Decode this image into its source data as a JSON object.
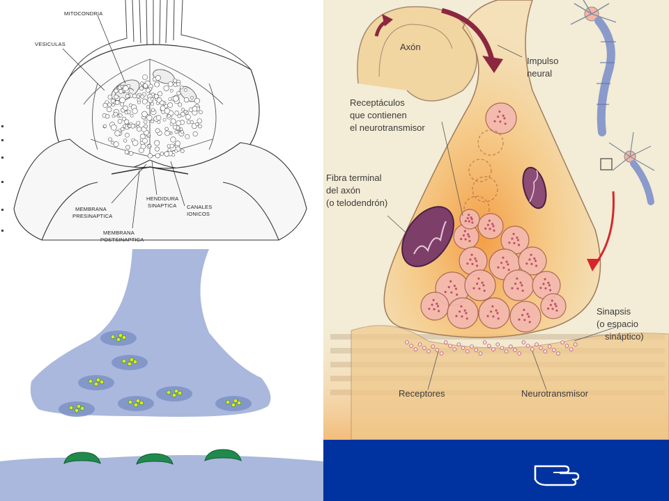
{
  "bw_figure": {
    "labels": {
      "mitocondria": "MITOCONDRIA",
      "vesiculas": "VESICULAS",
      "membrana_presinaptica_1": "MEMBRANA",
      "membrana_presinaptica_2": "PRESINAPTICA",
      "hendidura_1": "HENDIDURA",
      "hendidura_2": "SINAPTICA",
      "canales_1": "CANALES",
      "canales_2": "IONICOS",
      "membrana_postsinaptica_1": "MEMBRANA",
      "membrana_postsinaptica_2": "POSTSINAPTICA"
    }
  },
  "color_figure": {
    "labels": {
      "axon": "Axón",
      "impulso_1": "Impulso",
      "impulso_2": "neural",
      "receptaculos_1": "Receptáculos",
      "receptaculos_2": "que contienen",
      "receptaculos_3": "el neurotransmisor",
      "fibra_1": "Fibra terminal",
      "fibra_2": "del axón",
      "fibra_3": "(o telodendrón)",
      "sinapsis_1": "Sinapsis",
      "sinapsis_2": "(o espacio",
      "sinapsis_3": "sináptico)",
      "receptores": "Receptores",
      "neurotransmisor": "Neurotransmisor"
    }
  },
  "bottom_bar": {
    "background_color": "#0033a0",
    "icon": "pointing-hand-icon"
  },
  "colors": {
    "bw_ink": "#333333",
    "terminal_fill": "#f4d9a6",
    "terminal_glow": "#f2a44a",
    "vesicle_fill": "#f3b9b0",
    "vesicle_dot": "#c0506a",
    "mitochondria": "#7d3f6a",
    "arrow_axon": "#8c2740",
    "arrow_red": "#d8252c",
    "anim_body": "#a9b8dc",
    "anim_vesicle": "#7f93c6",
    "anim_dot": "#e6e61a",
    "anim_receptor": "#1f8a4c"
  }
}
